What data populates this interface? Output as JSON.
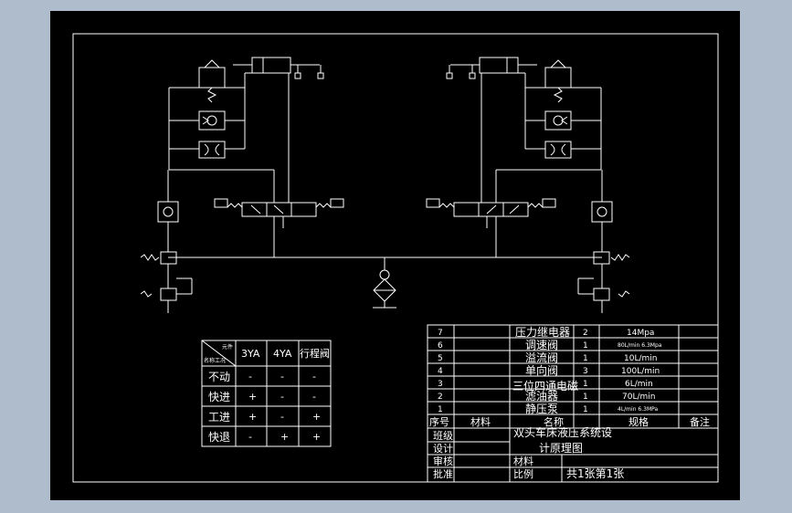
{
  "io_table": {
    "corner_top": "元件",
    "corner_bottom": "名称工况",
    "headers": [
      "3YA",
      "4YA",
      "行程阀"
    ],
    "rows": [
      {
        "name": "不动",
        "cells": [
          "-",
          "-",
          "-"
        ]
      },
      {
        "name": "快进",
        "cells": [
          "+",
          "-",
          "-"
        ]
      },
      {
        "name": "工进",
        "cells": [
          "+",
          "-",
          "+"
        ]
      },
      {
        "name": "快退",
        "cells": [
          "-",
          "+",
          "+"
        ]
      }
    ]
  },
  "parts_list": {
    "rows": [
      {
        "no": "7",
        "name": "压力继电器",
        "qty": "2",
        "spec": "14Mpa"
      },
      {
        "no": "6",
        "name": "调速阀",
        "qty": "1",
        "spec": "80L/min 6.3Mpa"
      },
      {
        "no": "5",
        "name": "溢流阀",
        "qty": "1",
        "spec": "10L/min"
      },
      {
        "no": "4",
        "name": "单向阀",
        "qty": "3",
        "spec": "100L/min"
      },
      {
        "no": "3",
        "name": "三位四通电磁",
        "qty": "1",
        "spec": "6L/min"
      },
      {
        "no": "2",
        "name": "滤油器",
        "qty": "1",
        "spec": "70L/min"
      },
      {
        "no": "1",
        "name": "静压泵",
        "qty": "1",
        "spec": "4L/min 6.3MPa"
      }
    ],
    "header": {
      "no": "序号",
      "material": "材料",
      "name": "名称",
      "spec": "规格",
      "remark": "备注"
    }
  },
  "title_block": {
    "left_labels": [
      "班级",
      "设计",
      "审核",
      "批准"
    ],
    "title_line1": "双头车床液压系统设",
    "title_line2": "计原理图",
    "material_label": "材料",
    "scale_label": "比例",
    "sheet_info": "共1张第1张"
  }
}
